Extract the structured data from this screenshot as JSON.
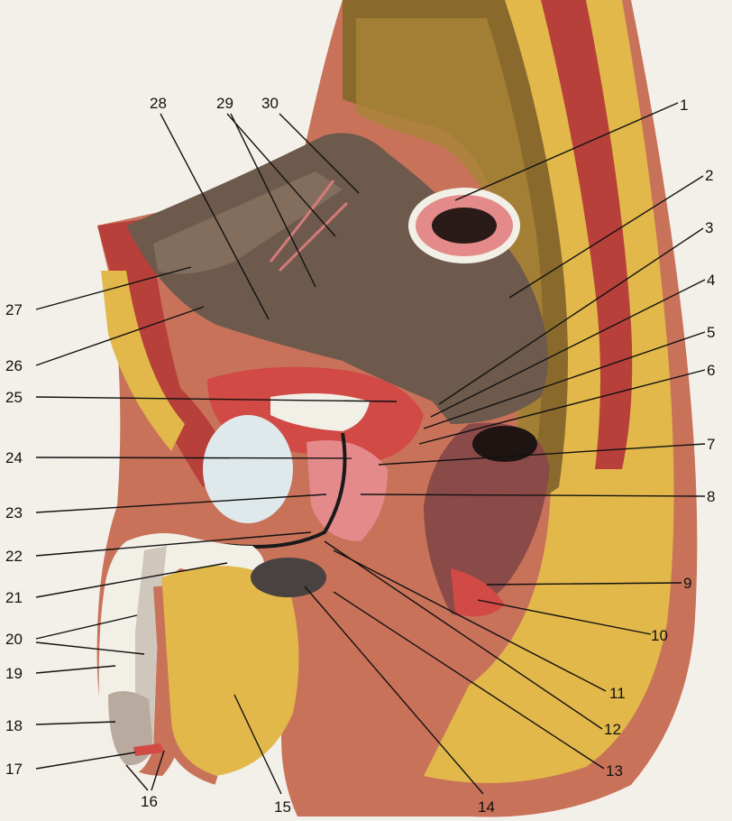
{
  "callouts": [
    "1",
    "2",
    "3",
    "4",
    "5",
    "6",
    "7",
    "8",
    "9",
    "10",
    "11",
    "12",
    "13",
    "14",
    "15",
    "16",
    "17",
    "18",
    "19",
    "20",
    "21",
    "22",
    "23",
    "24",
    "25",
    "26",
    "27",
    "28",
    "29",
    "30"
  ],
  "colors": {
    "background": "#f3f0ea",
    "skin": "#c9725a",
    "fat": "#e2b84a",
    "muscle": "#b8403a",
    "bone": "#8a6a2c",
    "cavity": "#6e5a4c",
    "organ_pink": "#e48a8a",
    "white_tissue": "#f2efe6",
    "label_text": "#111111"
  }
}
